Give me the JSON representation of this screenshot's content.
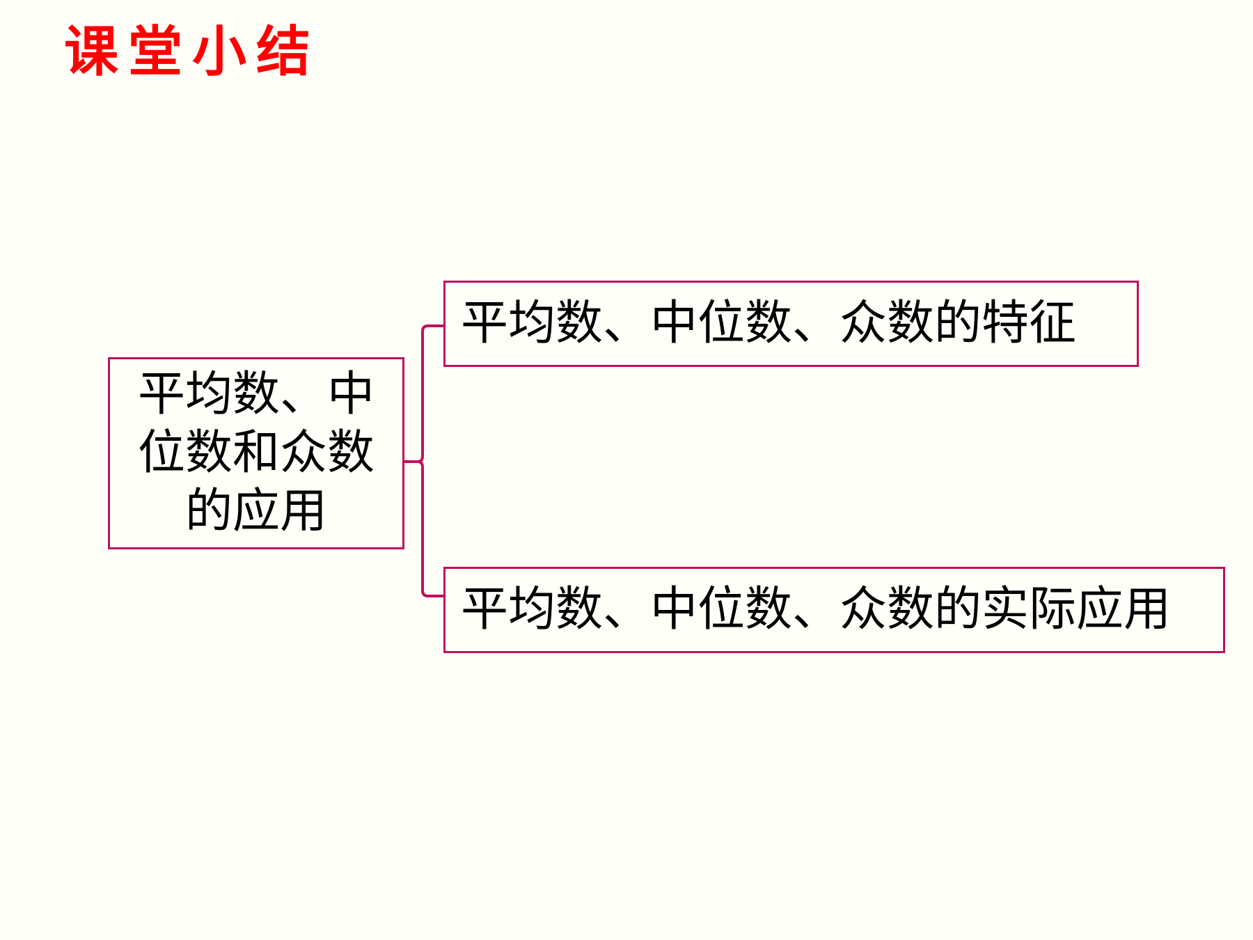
{
  "slide": {
    "title": "课堂小结"
  },
  "diagram": {
    "root": "平均数、中位数和众数的应用",
    "branches": [
      "平均数、中位数、众数的特征",
      "平均数、中位数、众数的实际应用"
    ],
    "line_color": "#c0105a"
  }
}
